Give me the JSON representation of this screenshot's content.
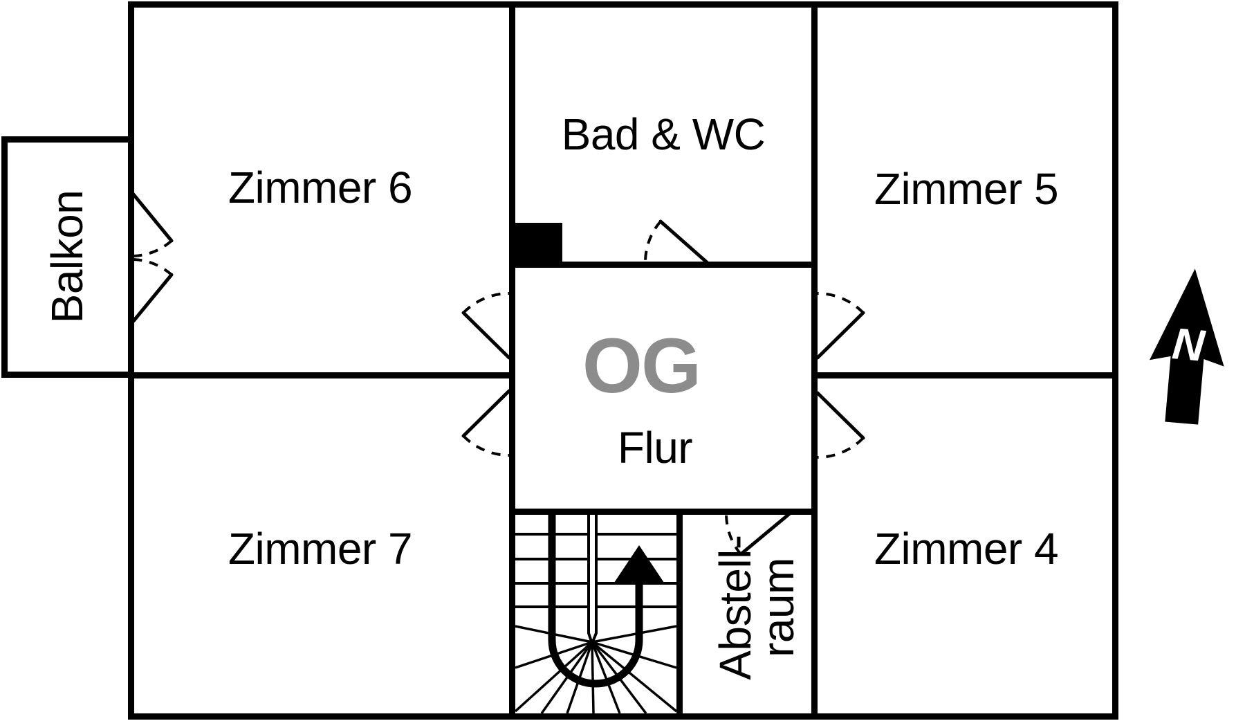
{
  "plan": {
    "floor_code": "OG",
    "hall_label": "Flur"
  },
  "rooms": {
    "zimmer6": {
      "label": "Zimmer 6"
    },
    "bad_wc": {
      "label": "Bad & WC"
    },
    "zimmer5": {
      "label": "Zimmer 5"
    },
    "zimmer7": {
      "label": "Zimmer 7"
    },
    "zimmer4": {
      "label": "Zimmer 4"
    },
    "balkon": {
      "label": "Balkon"
    },
    "abstellraum": {
      "label_line1": "Abstell-",
      "label_line2": "raum"
    }
  },
  "compass": {
    "letter": "N"
  },
  "colors": {
    "background": "#ffffff",
    "wall": "#000000",
    "floor_code_gray": "#8c8c8c",
    "compass_fill": "#000000",
    "compass_letter": "#ffffff"
  }
}
